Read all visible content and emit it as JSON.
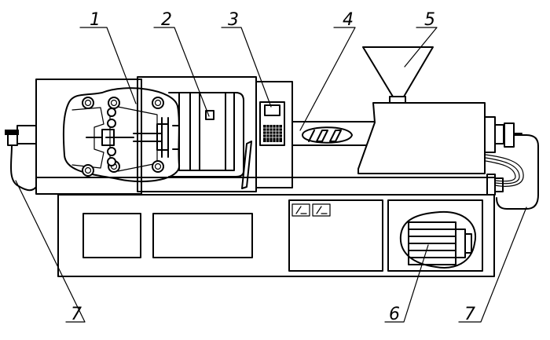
{
  "callouts": [
    {
      "id": "1",
      "text": "1"
    },
    {
      "id": "2",
      "text": "2"
    },
    {
      "id": "3",
      "text": "3"
    },
    {
      "id": "4",
      "text": "4"
    },
    {
      "id": "5",
      "text": "5"
    },
    {
      "id": "6",
      "text": "6"
    },
    {
      "id": "7a",
      "text": "7"
    },
    {
      "id": "7b",
      "text": "7"
    }
  ],
  "colors": {
    "line": "#000000",
    "background": "#ffffff"
  }
}
